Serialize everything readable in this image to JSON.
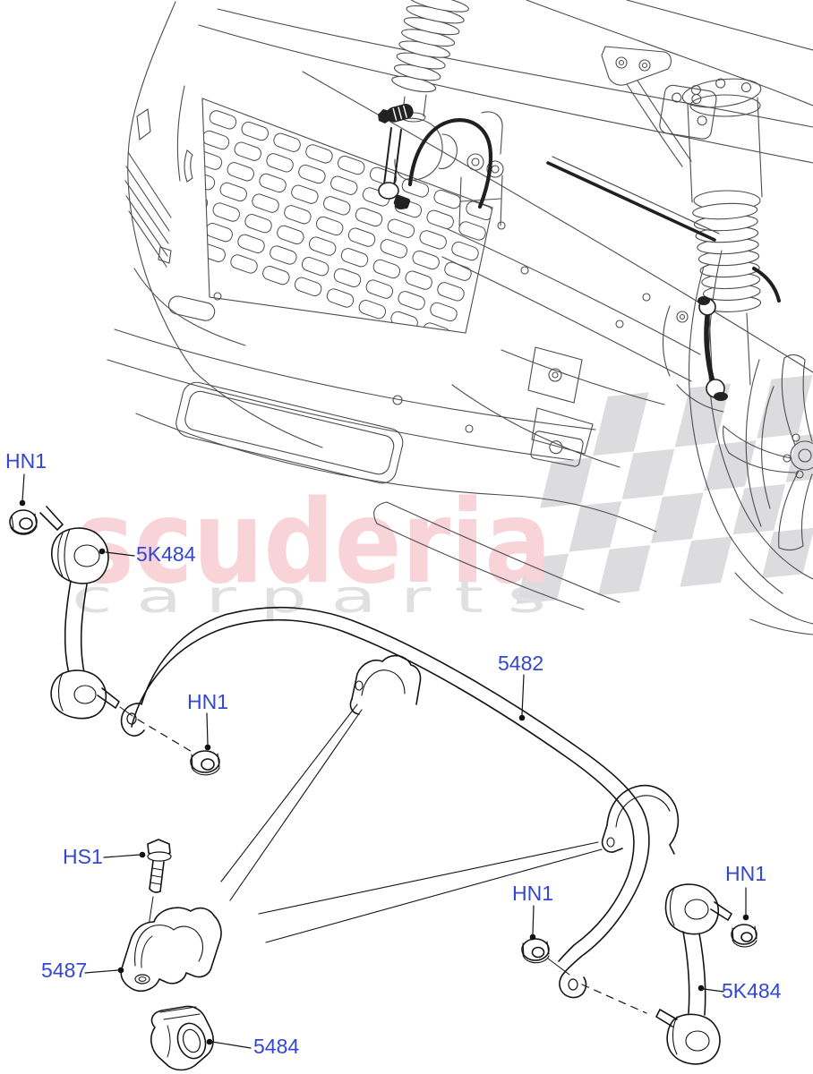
{
  "watermark": {
    "brand": "scuderia",
    "subtitle": "c a r      p a r t s",
    "brand_color": "#f8d3d7",
    "subtitle_color": "#e0e0e2",
    "flag_color": "#dcdcdf"
  },
  "colors": {
    "label_blue": "#3347d4",
    "vehicle_line": "#4d4d4d",
    "part_line": "#141414"
  },
  "labels": [
    {
      "id": "hn1-top-left",
      "text": "HN1"
    },
    {
      "id": "5k484-left",
      "text": "5K484"
    },
    {
      "id": "5482-stabilizer-bar",
      "text": "5482"
    },
    {
      "id": "hn1-middle",
      "text": "HN1"
    },
    {
      "id": "hs1-bolt",
      "text": "HS1"
    },
    {
      "id": "5487-bracket",
      "text": "5487"
    },
    {
      "id": "5484-bushing",
      "text": "5484"
    },
    {
      "id": "hn1-bottom-middle",
      "text": "HN1"
    },
    {
      "id": "hn1-bottom-right",
      "text": "HN1"
    },
    {
      "id": "5k484-right",
      "text": "5K484"
    }
  ]
}
